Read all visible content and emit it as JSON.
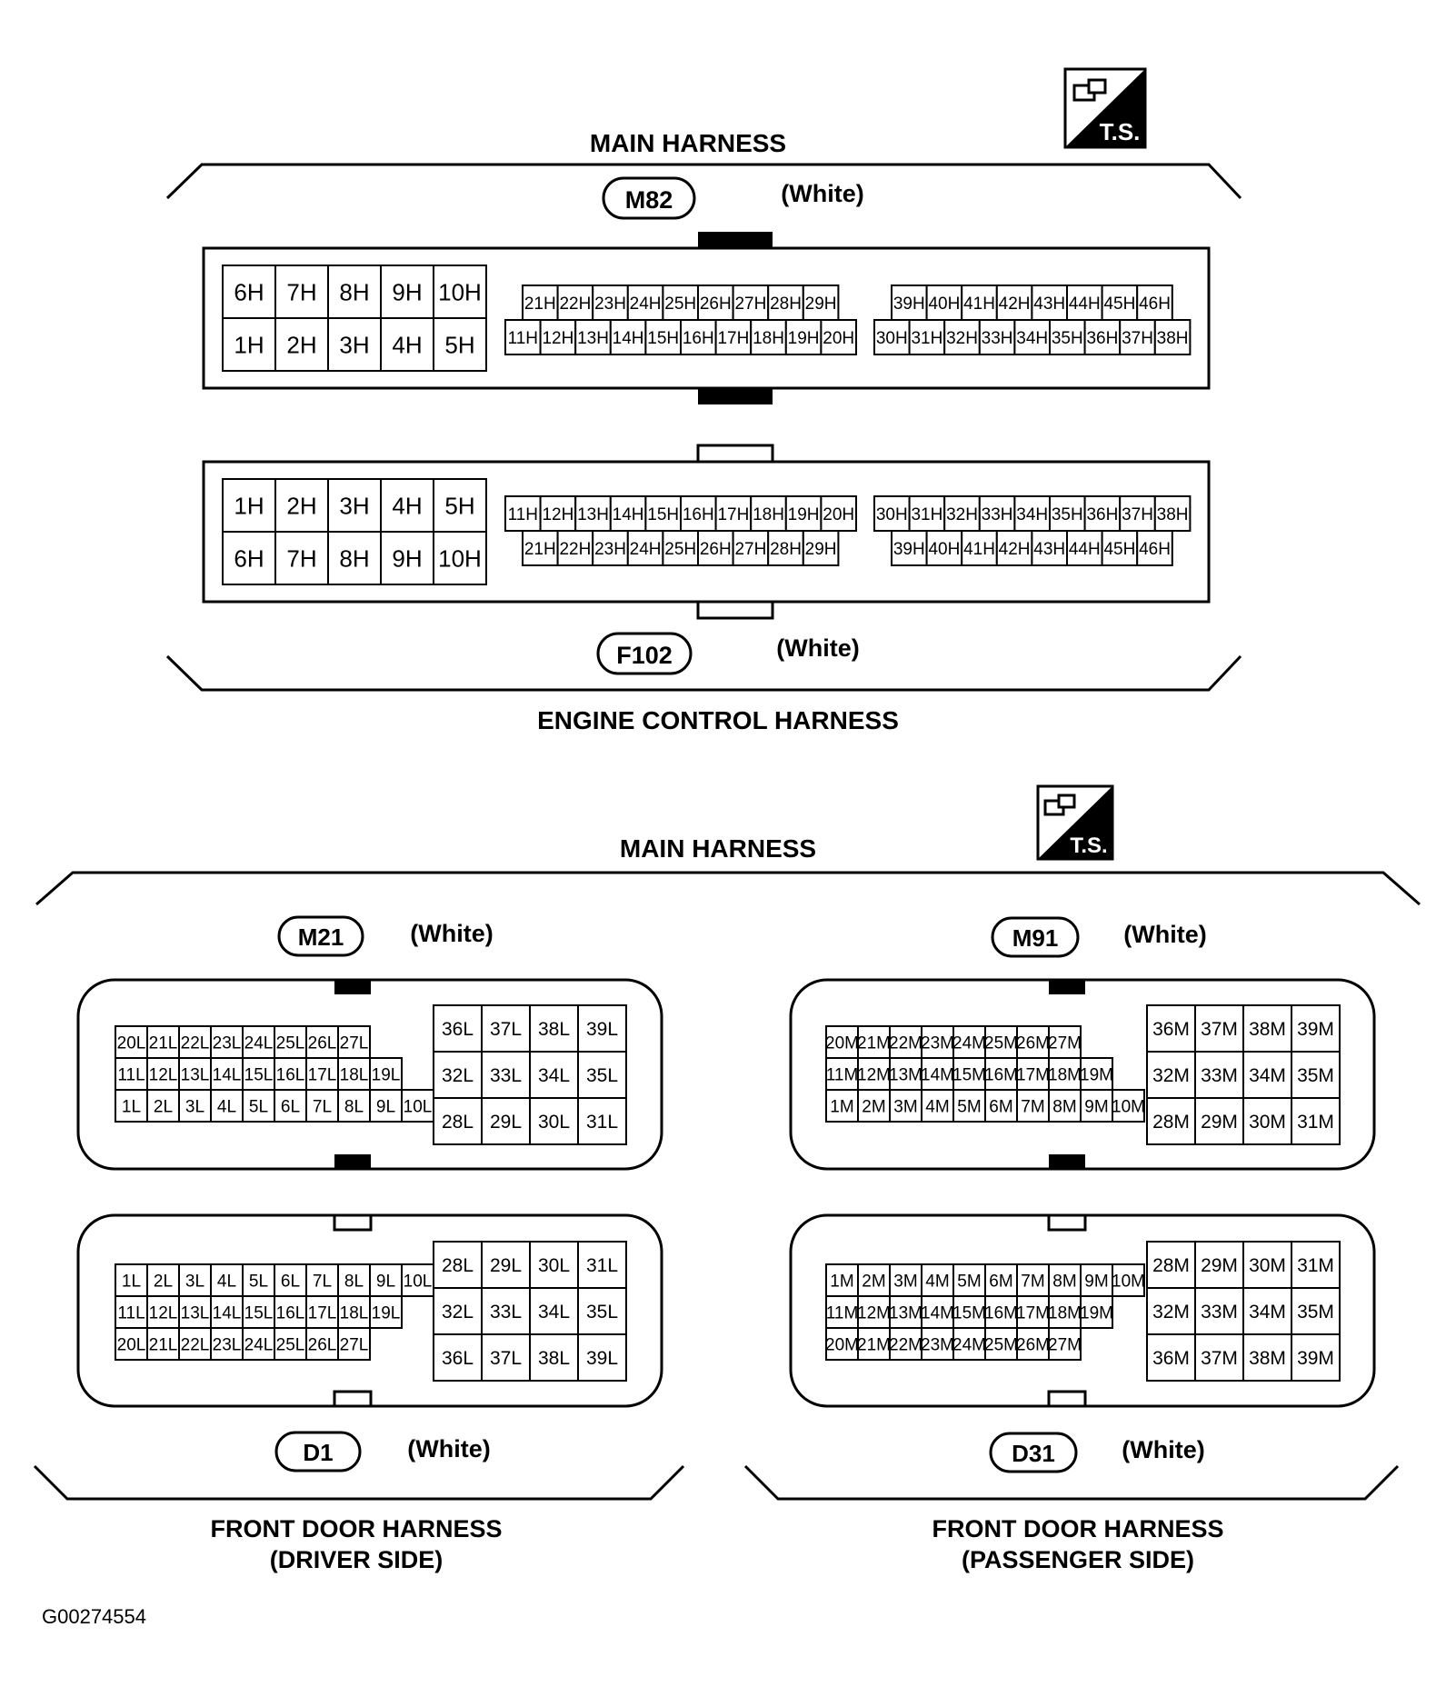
{
  "title_top": "MAIN HARNESS",
  "title_engine": "ENGINE CONTROL HARNESS",
  "title_bottom": "MAIN HARNESS",
  "title_driver_line1": "FRONT DOOR HARNESS",
  "title_driver_line2": "(DRIVER SIDE)",
  "title_passenger_line1": "FRONT DOOR HARNESS",
  "title_passenger_line2": "(PASSENGER SIDE)",
  "ts_label": "T.S.",
  "figure_id": "G00274554",
  "connectors": {
    "m82": {
      "id": "M82",
      "color": "(White)"
    },
    "f102": {
      "id": "F102",
      "color": "(White)"
    },
    "m21": {
      "id": "M21",
      "color": "(White)"
    },
    "d1": {
      "id": "D1",
      "color": "(White)"
    },
    "m91": {
      "id": "M91",
      "color": "(White)"
    },
    "d31": {
      "id": "D31",
      "color": "(White)"
    }
  },
  "pins": {
    "m82": {
      "big": [
        [
          "6H",
          "7H",
          "8H",
          "9H",
          "10H"
        ],
        [
          "1H",
          "2H",
          "3H",
          "4H",
          "5H"
        ]
      ],
      "mid": [
        [
          "21H",
          "22H",
          "23H",
          "24H",
          "25H",
          "26H",
          "27H",
          "28H",
          "29H"
        ],
        [
          "11H",
          "12H",
          "13H",
          "14H",
          "15H",
          "16H",
          "17H",
          "18H",
          "19H",
          "20H"
        ]
      ],
      "right": [
        [
          "39H",
          "40H",
          "41H",
          "42H",
          "43H",
          "44H",
          "45H",
          "46H"
        ],
        [
          "30H",
          "31H",
          "32H",
          "33H",
          "34H",
          "35H",
          "36H",
          "37H",
          "38H"
        ]
      ]
    },
    "f102": {
      "big": [
        [
          "1H",
          "2H",
          "3H",
          "4H",
          "5H"
        ],
        [
          "6H",
          "7H",
          "8H",
          "9H",
          "10H"
        ]
      ],
      "mid": [
        [
          "11H",
          "12H",
          "13H",
          "14H",
          "15H",
          "16H",
          "17H",
          "18H",
          "19H",
          "20H"
        ],
        [
          "21H",
          "22H",
          "23H",
          "24H",
          "25H",
          "26H",
          "27H",
          "28H",
          "29H"
        ]
      ],
      "right": [
        [
          "30H",
          "31H",
          "32H",
          "33H",
          "34H",
          "35H",
          "36H",
          "37H",
          "38H"
        ],
        [
          "39H",
          "40H",
          "41H",
          "42H",
          "43H",
          "44H",
          "45H",
          "46H"
        ]
      ]
    },
    "m21": {
      "small": [
        [
          "20L",
          "21L",
          "22L",
          "23L",
          "24L",
          "25L",
          "26L",
          "27L"
        ],
        [
          "11L",
          "12L",
          "13L",
          "14L",
          "15L",
          "16L",
          "17L",
          "18L",
          "19L"
        ],
        [
          "1L",
          "2L",
          "3L",
          "4L",
          "5L",
          "6L",
          "7L",
          "8L",
          "9L",
          "10L"
        ]
      ],
      "big": [
        [
          "36L",
          "37L",
          "38L",
          "39L"
        ],
        [
          "32L",
          "33L",
          "34L",
          "35L"
        ],
        [
          "28L",
          "29L",
          "30L",
          "31L"
        ]
      ]
    },
    "d1": {
      "small": [
        [
          "1L",
          "2L",
          "3L",
          "4L",
          "5L",
          "6L",
          "7L",
          "8L",
          "9L",
          "10L"
        ],
        [
          "11L",
          "12L",
          "13L",
          "14L",
          "15L",
          "16L",
          "17L",
          "18L",
          "19L"
        ],
        [
          "20L",
          "21L",
          "22L",
          "23L",
          "24L",
          "25L",
          "26L",
          "27L"
        ]
      ],
      "big": [
        [
          "28L",
          "29L",
          "30L",
          "31L"
        ],
        [
          "32L",
          "33L",
          "34L",
          "35L"
        ],
        [
          "36L",
          "37L",
          "38L",
          "39L"
        ]
      ]
    },
    "m91": {
      "small": [
        [
          "20M",
          "21M",
          "22M",
          "23M",
          "24M",
          "25M",
          "26M",
          "27M"
        ],
        [
          "11M",
          "12M",
          "13M",
          "14M",
          "15M",
          "16M",
          "17M",
          "18M",
          "19M"
        ],
        [
          "1M",
          "2M",
          "3M",
          "4M",
          "5M",
          "6M",
          "7M",
          "8M",
          "9M",
          "10M"
        ]
      ],
      "big": [
        [
          "36M",
          "37M",
          "38M",
          "39M"
        ],
        [
          "32M",
          "33M",
          "34M",
          "35M"
        ],
        [
          "28M",
          "29M",
          "30M",
          "31M"
        ]
      ]
    },
    "d31": {
      "small": [
        [
          "1M",
          "2M",
          "3M",
          "4M",
          "5M",
          "6M",
          "7M",
          "8M",
          "9M",
          "10M"
        ],
        [
          "11M",
          "12M",
          "13M",
          "14M",
          "15M",
          "16M",
          "17M",
          "18M",
          "19M"
        ],
        [
          "20M",
          "21M",
          "22M",
          "23M",
          "24M",
          "25M",
          "26M",
          "27M"
        ]
      ],
      "big": [
        [
          "28M",
          "29M",
          "30M",
          "31M"
        ],
        [
          "32M",
          "33M",
          "34M",
          "35M"
        ],
        [
          "36M",
          "37M",
          "38M",
          "39M"
        ]
      ]
    }
  }
}
